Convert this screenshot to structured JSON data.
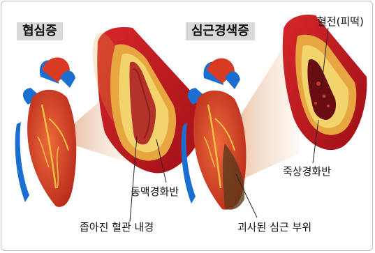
{
  "panels": {
    "angina": {
      "title": "협심증",
      "labels": {
        "plaque": "동맥경화반",
        "narrowed_lumen": "좁아진 혈관 내경"
      }
    },
    "infarction": {
      "title": "심근경색증",
      "labels": {
        "thrombus": "혈전(피떡)",
        "atheroma": "죽상경화반",
        "necrotic_muscle": "괴사된 심근 부위"
      }
    }
  },
  "colors": {
    "vessel_red": "#c4161c",
    "vessel_wall": "#e8a640",
    "plaque_yellow": "#f3d36b",
    "lumen_red": "#b5322a",
    "clot": "#6a0d12",
    "artery_blue": "#1b6fd1",
    "heart_red": "#d93a23",
    "zoom_cone": "#e6b48a",
    "title_bg": "#d9d9d9"
  }
}
